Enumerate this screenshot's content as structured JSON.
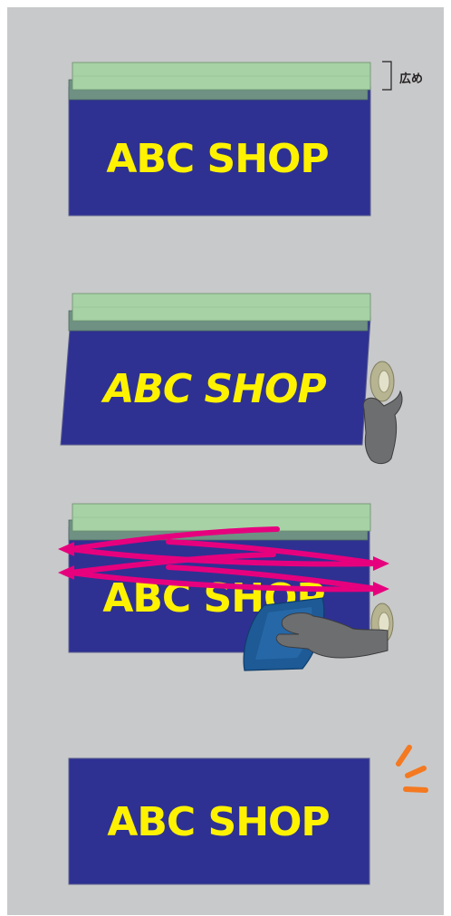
{
  "sign_text": "ABC SHOP",
  "note_label": "広め",
  "colors": {
    "panel": "#c8c9ca",
    "sign_blue": "#2e3192",
    "sign_text": "#fff200",
    "film": "#a6d2a6",
    "film_under": "#6f9184",
    "arrow": "#e6007e",
    "squeegee": "#1d5a96",
    "hand": "#6d6e70",
    "tape": "#c8c6a6",
    "sparkle": "#f47920"
  },
  "steps": [
    {
      "name": "step-1",
      "description_icon": "film-overlay-icon"
    },
    {
      "name": "step-2",
      "description_icon": "peel-film-icon"
    },
    {
      "name": "step-3",
      "description_icon": "squeegee-icon"
    },
    {
      "name": "step-4",
      "description_icon": "sparkle-icon"
    }
  ]
}
